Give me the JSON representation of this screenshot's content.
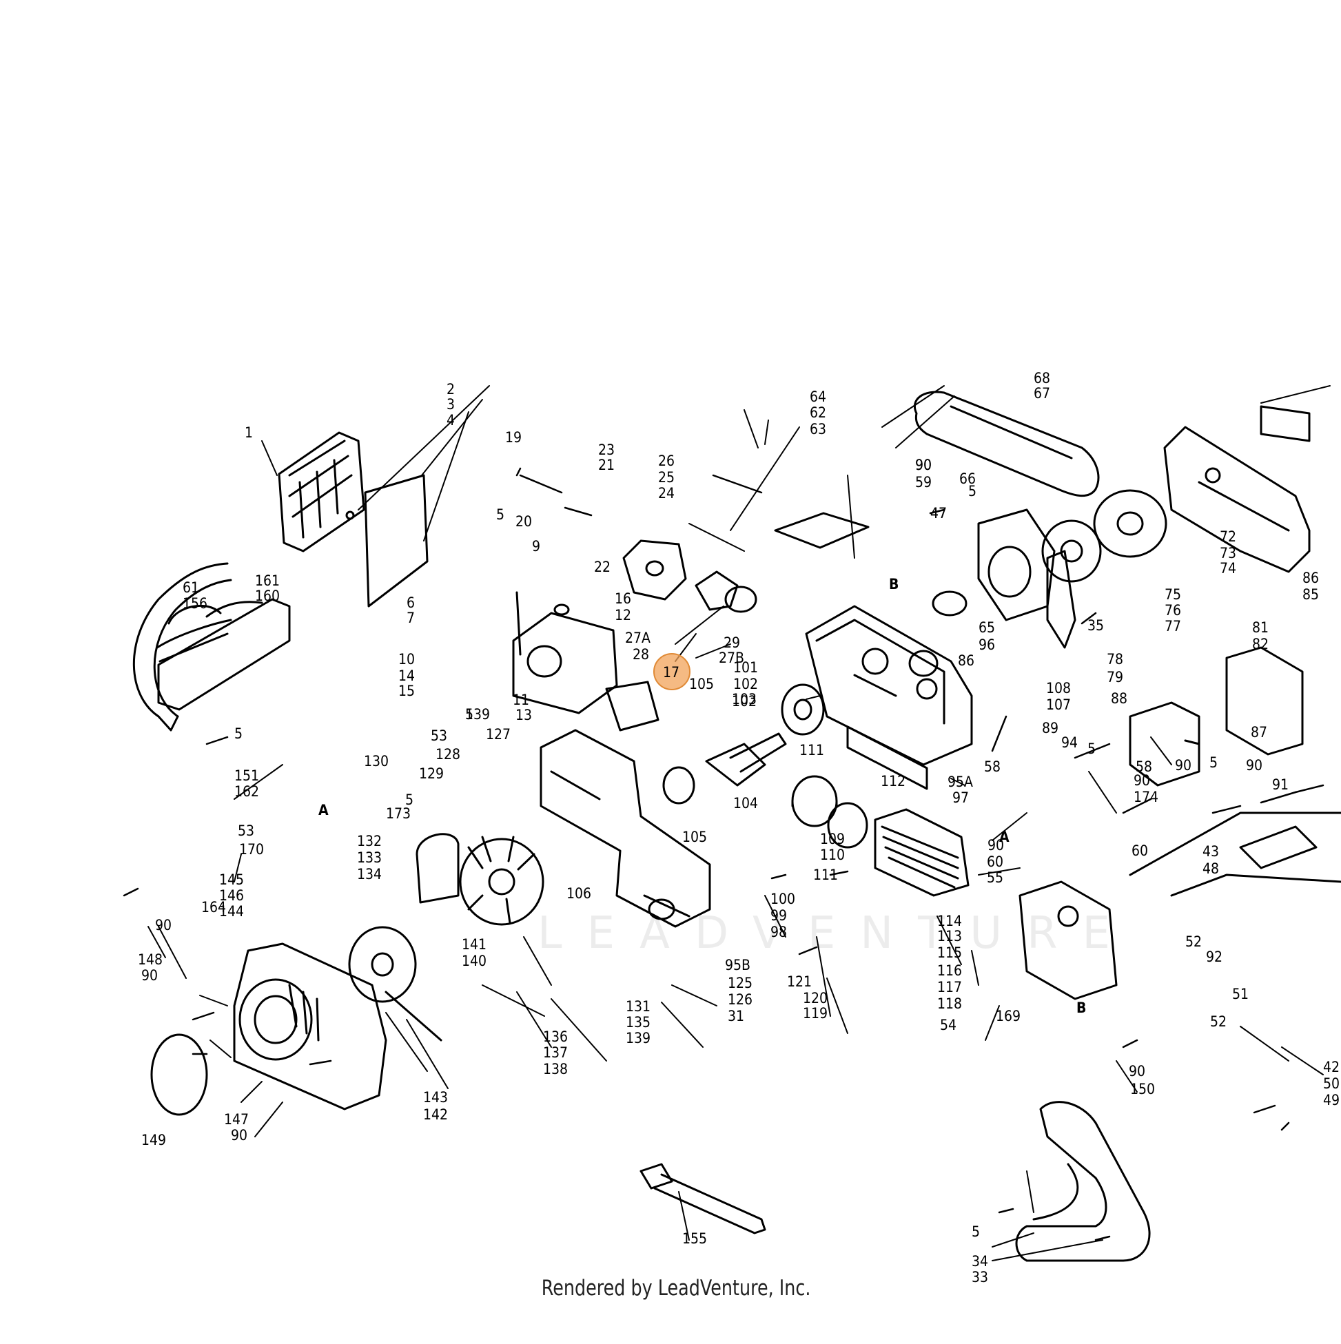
{
  "footer": "Rendered by LeadVenture, Inc.",
  "watermark": "LEADVENTURE",
  "highlight": {
    "label": "17",
    "color": "#f2a35a"
  },
  "sections": [
    "A",
    "B"
  ],
  "callouts": [
    "1",
    "2",
    "3",
    "4",
    "5",
    "6",
    "7",
    "9",
    "10",
    "11",
    "12",
    "13",
    "14",
    "15",
    "16",
    "19",
    "20",
    "21",
    "22",
    "23",
    "24",
    "25",
    "26",
    "27A",
    "27B",
    "28",
    "29",
    "31",
    "33",
    "34",
    "35",
    "42",
    "43",
    "47",
    "48",
    "49",
    "50",
    "51",
    "52",
    "53",
    "54",
    "55",
    "58",
    "59",
    "60",
    "61",
    "62",
    "63",
    "64",
    "65",
    "66",
    "67",
    "68",
    "72",
    "73",
    "74",
    "75",
    "76",
    "77",
    "78",
    "79",
    "81",
    "82",
    "85",
    "86",
    "87",
    "88",
    "89",
    "90",
    "91",
    "92",
    "94",
    "95A",
    "95B",
    "96",
    "97",
    "98",
    "99",
    "100",
    "101",
    "102",
    "103",
    "104",
    "105",
    "106",
    "107",
    "108",
    "109",
    "110",
    "111",
    "112",
    "113",
    "114",
    "115",
    "116",
    "117",
    "118",
    "119",
    "120",
    "121",
    "125",
    "126",
    "127",
    "128",
    "129",
    "130",
    "131",
    "132",
    "133",
    "134",
    "135",
    "136",
    "137",
    "138",
    "139",
    "140",
    "141",
    "142",
    "143",
    "144",
    "145",
    "146",
    "147",
    "148",
    "149",
    "150",
    "151",
    "155",
    "156",
    "160",
    "161",
    "162",
    "164",
    "169",
    "170",
    "173",
    "174"
  ]
}
